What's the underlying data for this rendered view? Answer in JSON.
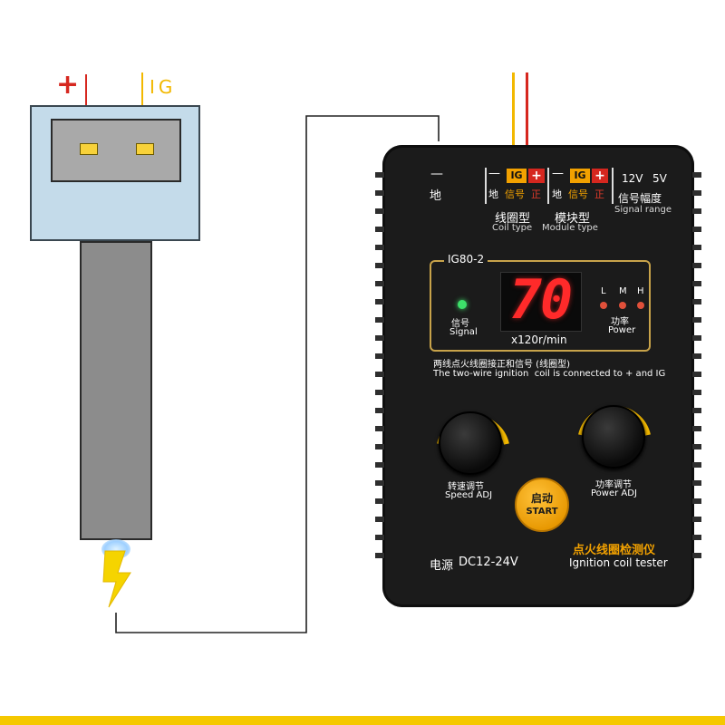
{
  "connector": {
    "plus_label": "+",
    "ig_label": "IG"
  },
  "device": {
    "ground_symbol": "—",
    "ground_cn": "地",
    "coil_group": {
      "minus": "—",
      "ig": "IG",
      "plus": "+",
      "ground_cn": "地",
      "signal_cn": "信号",
      "positive_cn": "正",
      "type_cn": "线圈型",
      "type_en": "Coil type"
    },
    "module_group": {
      "minus": "—",
      "ig": "IG",
      "plus": "+",
      "ground_cn": "地",
      "signal_cn": "信号",
      "positive_cn": "正",
      "type_cn": "模块型",
      "type_en": "Module type"
    },
    "signal_range": {
      "v12": "12V",
      "v5": "5V",
      "cn": "信号幅度",
      "en": "Signal range"
    },
    "model": "IG80-2",
    "display_value": "70",
    "display_unit": "x120r/min",
    "signal_indicator": {
      "cn": "信号",
      "en": "Signal"
    },
    "power_levels": [
      "L",
      "M",
      "H"
    ],
    "power_indicator": {
      "cn": "功率",
      "en": "Power"
    },
    "instruction_cn": "两线点火线圈接正和信号 (线圈型)",
    "instruction_en": "The two-wire ignition  coil is connected to + and IG",
    "speed_knob": {
      "cn": "转速调节",
      "en": "Speed ADJ"
    },
    "power_knob": {
      "cn": "功率调节",
      "en": "Power ADJ"
    },
    "start_button": {
      "cn": "启动",
      "en": "START"
    },
    "power_supply": {
      "cn": "电源",
      "value": "DC12-24V"
    },
    "product_name": {
      "cn": "点火线圈检测仪",
      "en": "Ignition coil tester"
    }
  },
  "colors": {
    "red_wire": "#d6271f",
    "yellow_wire": "#f2b800",
    "device_body": "#1b1b1b",
    "connector_fill": "#c4dbea",
    "coil_body": "#8c8c8c",
    "display_red": "#ff2a2a",
    "accent_orange": "#f2a100",
    "bottom_stripe": "#f5c800"
  }
}
